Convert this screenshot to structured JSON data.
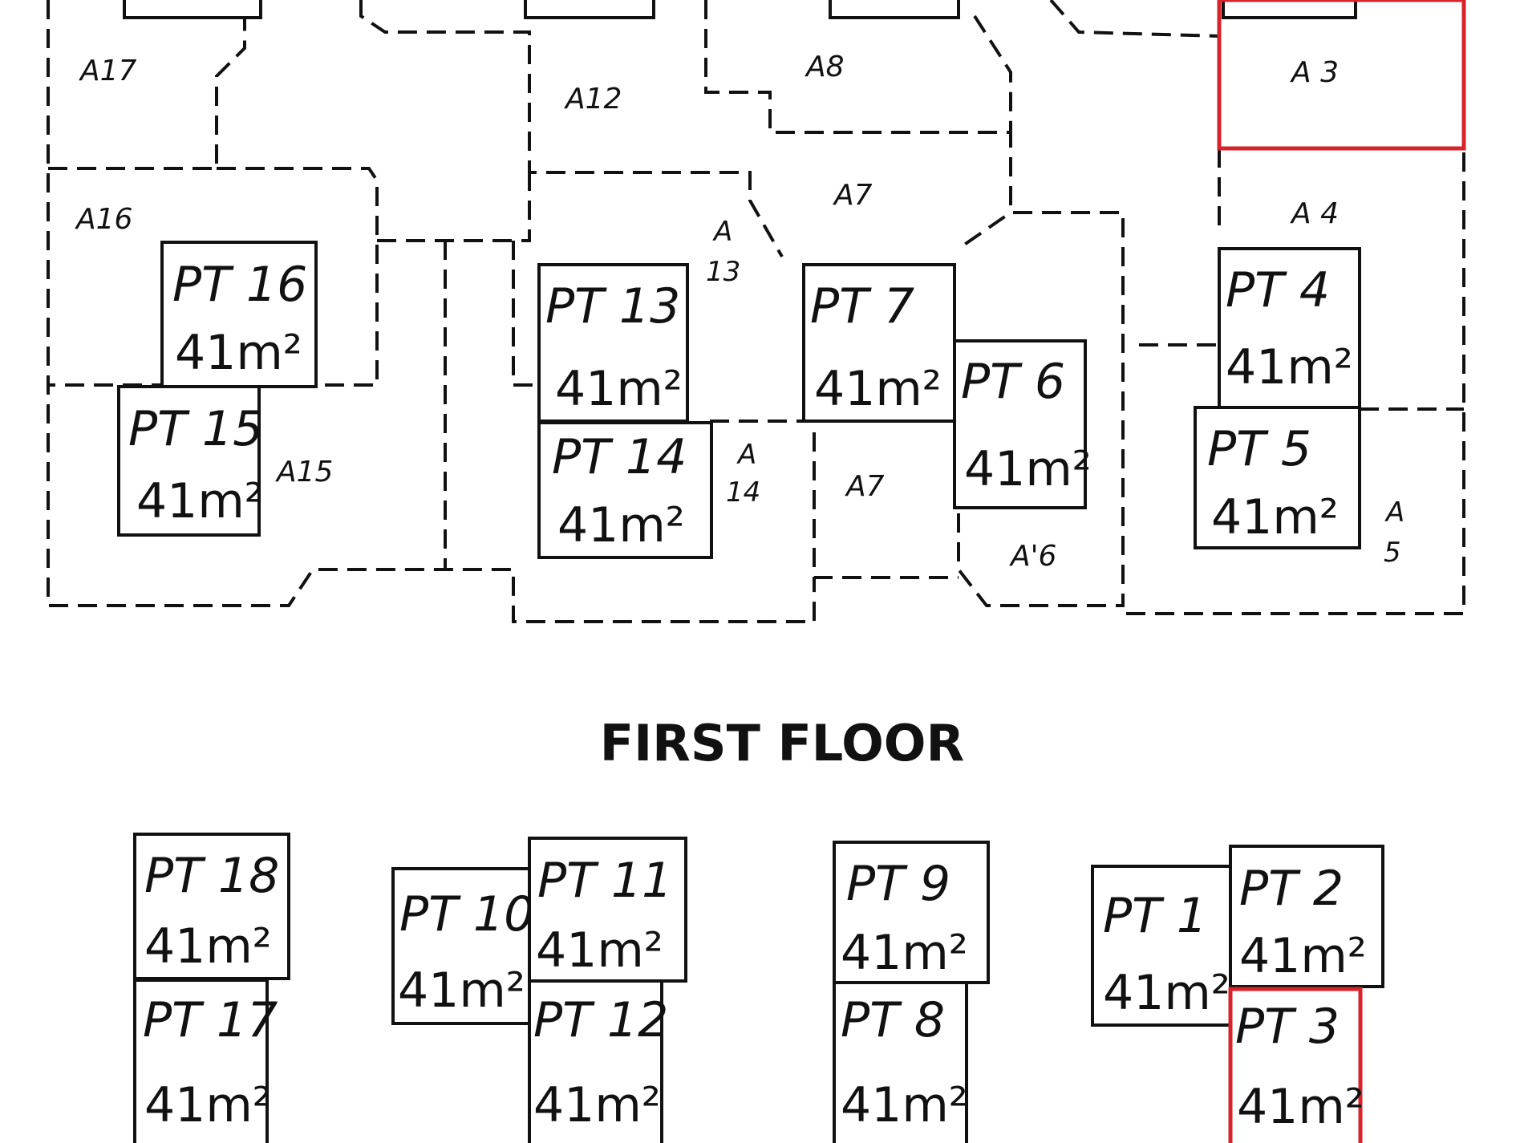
{
  "floor_title": "FIRST FLOOR",
  "plot_area": "41m²",
  "highlight_color": "#d8232a",
  "areas": {
    "a17": "A17",
    "a16": "A16",
    "a15": "A15",
    "a12": "A12",
    "a13_top": "A",
    "a13_bot": "13",
    "a14_top": "A",
    "a14_bot": "14",
    "a8": "A8",
    "a7_upper": "A7",
    "a7_lower": "A7",
    "a6": "A'6",
    "a3": "A 3",
    "a4": "A 4",
    "a5_top": "A",
    "a5_bot": "5"
  },
  "plots_upper": {
    "p16": "PT 16",
    "p15": "PT 15",
    "p13": "PT 13",
    "p14": "PT 14",
    "p7": "PT 7",
    "p6": "PT 6",
    "p4": "PT 4",
    "p5": "PT 5"
  },
  "plots_lower": {
    "p18": "PT 18",
    "p17": "PT 17",
    "p10": "PT 10",
    "p11": "PT 11",
    "p12": "PT 12",
    "p9": "PT 9",
    "p8": "PT 8",
    "p1": "PT 1",
    "p2": "PT 2",
    "p3": "PT 3"
  }
}
